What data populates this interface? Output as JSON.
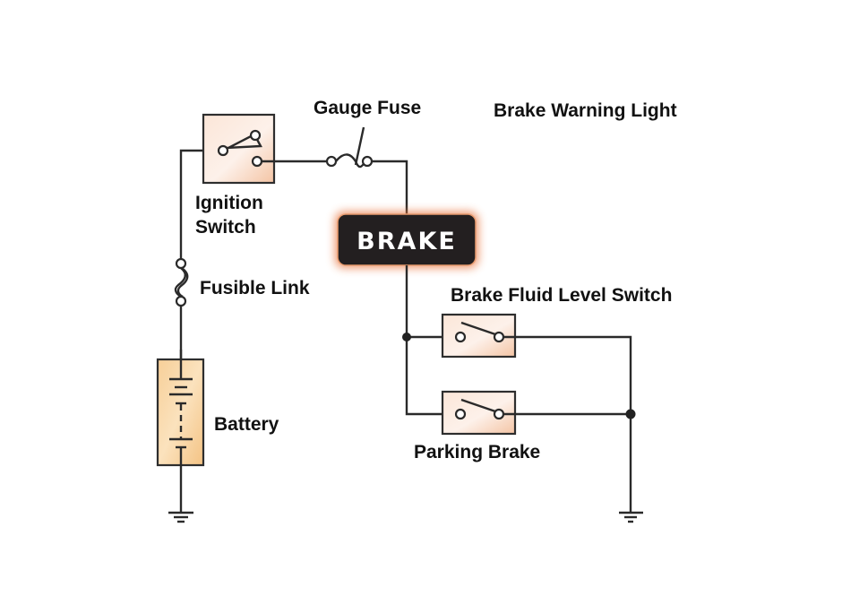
{
  "diagram": {
    "title": "Brake Warning Light",
    "components": {
      "ignition_switch": {
        "label_line1": "Ignition",
        "label_line2": "Switch"
      },
      "gauge_fuse": {
        "label": "Gauge Fuse"
      },
      "fusible_link": {
        "label": "Fusible Link"
      },
      "battery": {
        "label": "Battery"
      },
      "brake_lamp": {
        "text": "BRAKE"
      },
      "brake_fluid_switch": {
        "label": "Brake Fluid Level Switch"
      },
      "parking_brake_switch": {
        "label": "Parking Brake"
      }
    },
    "colors": {
      "wire": "#2a2a2a",
      "switch_box_fill": "#f8d9c4",
      "battery_fill": "#f7d29e",
      "lamp_body": "#231f20",
      "lamp_glow": "#e8743c"
    }
  }
}
